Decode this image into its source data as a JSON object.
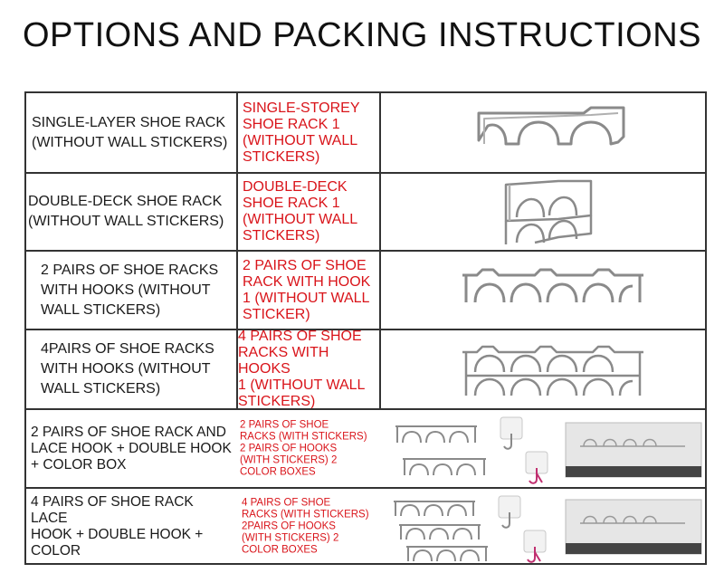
{
  "title": "OPTIONS AND PACKING INSTRUCTIONS",
  "rows": [
    {
      "en": [
        "SINGLE-LAYER SHOE RACK",
        "(WITHOUT WALL STICKERS)"
      ],
      "red": [
        "SINGLE-STOREY",
        "SHOE RACK 1",
        " (WITHOUT WALL",
        " STICKERS)"
      ],
      "image": "single-layer-rack-icon"
    },
    {
      "en": [
        "DOUBLE-DECK SHOE RACK",
        " (WITHOUT WALL STICKERS)"
      ],
      "red": [
        " DOUBLE-DECK",
        " SHOE RACK 1",
        " (WITHOUT WALL",
        " STICKERS)"
      ],
      "image": "double-deck-rack-icon"
    },
    {
      "en": [
        "2 PAIRS OF SHOE RACKS",
        "WITH HOOKS (WITHOUT",
        " WALL STICKERS)"
      ],
      "red": [
        "2 PAIRS OF SHOE",
        "RACK WITH HOOK",
        "1 (WITHOUT WALL",
        "STICKER)"
      ],
      "image": "two-pairs-rack-icon"
    },
    {
      "en": [
        "4PAIRS OF SHOE RACKS",
        "WITH HOOKS (WITHOUT",
        "WALL STICKERS)"
      ],
      "red": [
        "4 PAIRS OF SHOE",
        "RACKS WITH HOOKS",
        " 1 (WITHOUT WALL",
        "STICKERS)"
      ],
      "image": "four-pairs-rack-icon"
    },
    {
      "en": [
        "2 PAIRS OF SHOE RACK AND",
        "LACE HOOK + DOUBLE HOOK",
        "+ COLOR BOX"
      ],
      "red": [
        "2 PAIRS OF SHOE",
        "RACKS (WITH STICKERS)",
        "2 PAIRS OF HOOKS",
        " (WITH STICKERS) 2",
        " COLOR BOXES"
      ],
      "image": "two-pairs-kit-icon"
    },
    {
      "en": [
        "4 PAIRS OF SHOE RACK LACE",
        "HOOK + DOUBLE HOOK +",
        "COLOR"
      ],
      "red": [
        "4 PAIRS OF SHOE",
        "RACKS (WITH STICKERS)",
        "2PAIRS OF HOOKS",
        " (WITH STICKERS) 2",
        " COLOR BOXES"
      ],
      "image": "four-pairs-kit-icon"
    }
  ]
}
